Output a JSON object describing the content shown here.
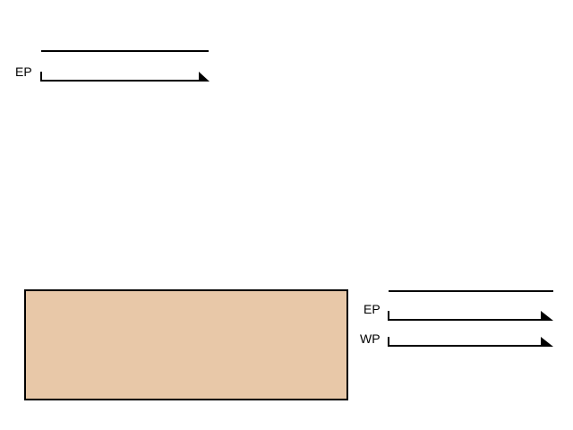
{
  "colors": {
    "stroke": "#000000",
    "block_fill": "#E8C8A8"
  },
  "labels": {
    "ep_top": "EP",
    "ep_right": "EP",
    "wp_right": "WP"
  }
}
